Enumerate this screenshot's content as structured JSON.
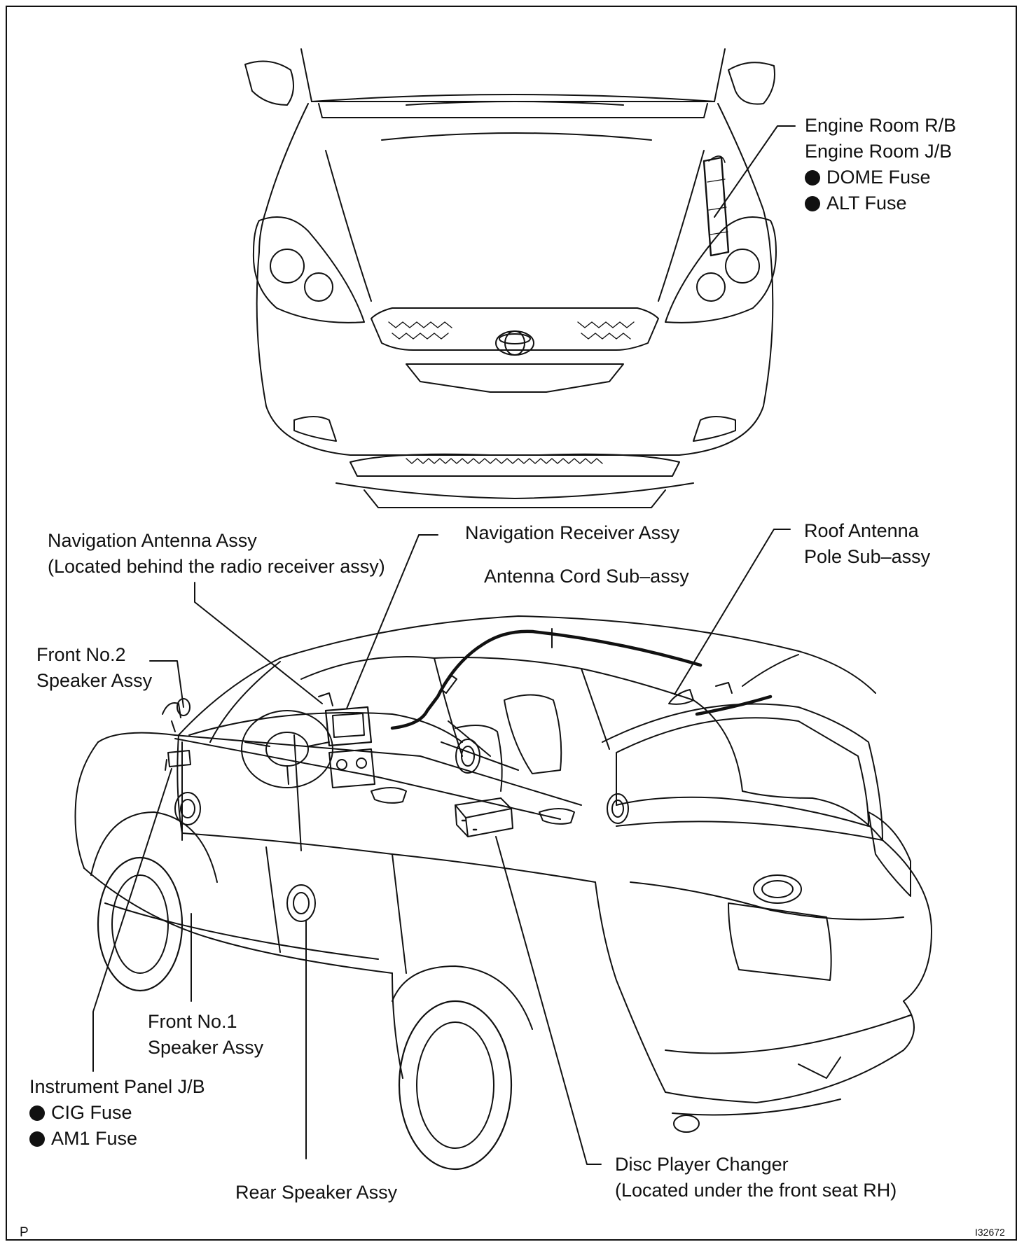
{
  "labels": {
    "engine_room": {
      "line1": "Engine Room R/B",
      "line2": "Engine Room J/B",
      "fuse1": "DOME Fuse",
      "fuse2": "ALT Fuse"
    },
    "nav_antenna": {
      "line1": "Navigation Antenna Assy",
      "line2": "(Located behind the radio receiver assy)"
    },
    "nav_receiver": "Navigation Receiver Assy",
    "antenna_cord": "Antenna Cord Sub–assy",
    "roof_antenna": {
      "line1": "Roof Antenna",
      "line2": "Pole Sub–assy"
    },
    "front_no2": {
      "line1": "Front No.2",
      "line2": "Speaker Assy"
    },
    "front_no1": {
      "line1": "Front No.1",
      "line2": "Speaker Assy"
    },
    "instrument_panel": {
      "line1": "Instrument Panel J/B",
      "fuse1": "CIG Fuse",
      "fuse2": "AM1 Fuse"
    },
    "rear_speaker": "Rear Speaker Assy",
    "disc_changer": {
      "line1": "Disc Player Changer",
      "line2": "(Located under the front seat RH)"
    }
  },
  "corner_letter": "P",
  "figure_code": "I32672",
  "icons": [
    "bullet-dot",
    "car-front-view",
    "car-rear-view",
    "speaker-icon"
  ]
}
